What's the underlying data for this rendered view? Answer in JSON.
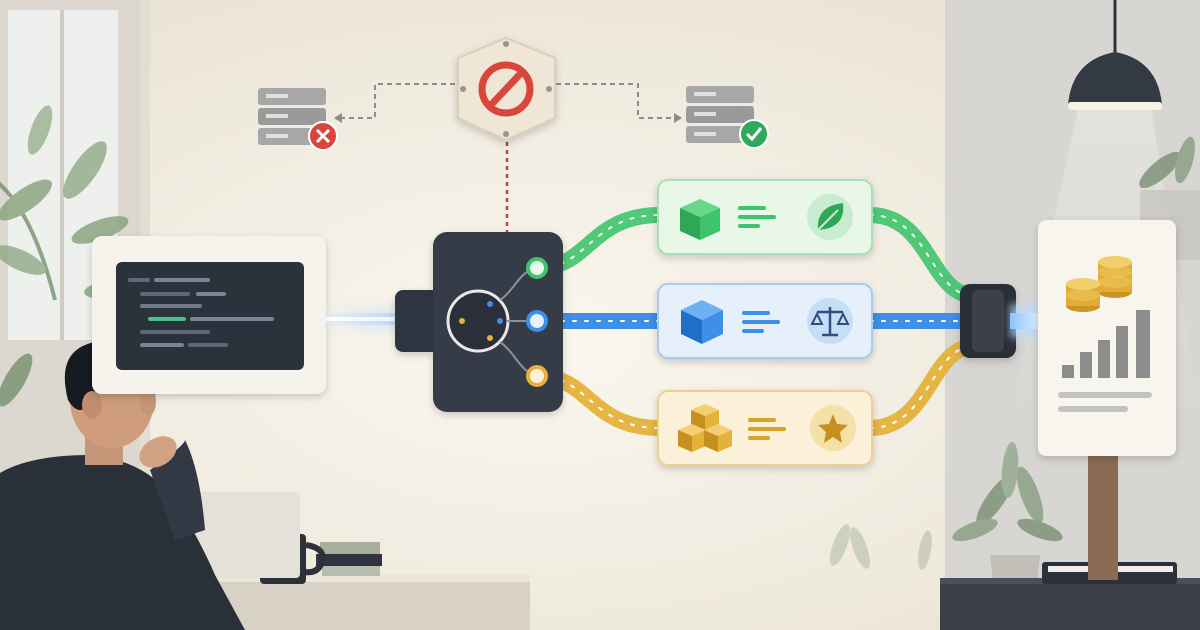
{
  "scene": {
    "palette": {
      "wall": "#f4efe4",
      "green": "#3ec46d",
      "blue": "#3d8fe8",
      "gold": "#e4b23a",
      "router": "#343a47",
      "blocked_red": "#d9463b",
      "allowed_green": "#2eaa5a"
    },
    "source_panel": {
      "icon": "code-editor-icon"
    },
    "blocked_gateway": {
      "icon": "prohibited-icon"
    },
    "rejected_server": {
      "icon": "server-icon",
      "status_icon": "x-mark-icon"
    },
    "accepted_server": {
      "icon": "server-icon",
      "status_icon": "checkmark-icon"
    },
    "router": {
      "icon": "router-hub-icon",
      "ports": 3
    },
    "routes": [
      {
        "color": "green",
        "cube_icon": "single-cube-icon",
        "badge_icon": "leaf-icon"
      },
      {
        "color": "blue",
        "cube_icon": "single-cube-icon",
        "badge_icon": "balance-scale-icon"
      },
      {
        "color": "gold",
        "cube_icon": "stacked-cubes-icon",
        "badge_icon": "star-icon"
      }
    ],
    "result_board": {
      "icons": [
        "coin-stack-icon",
        "bar-chart-icon"
      ]
    }
  }
}
